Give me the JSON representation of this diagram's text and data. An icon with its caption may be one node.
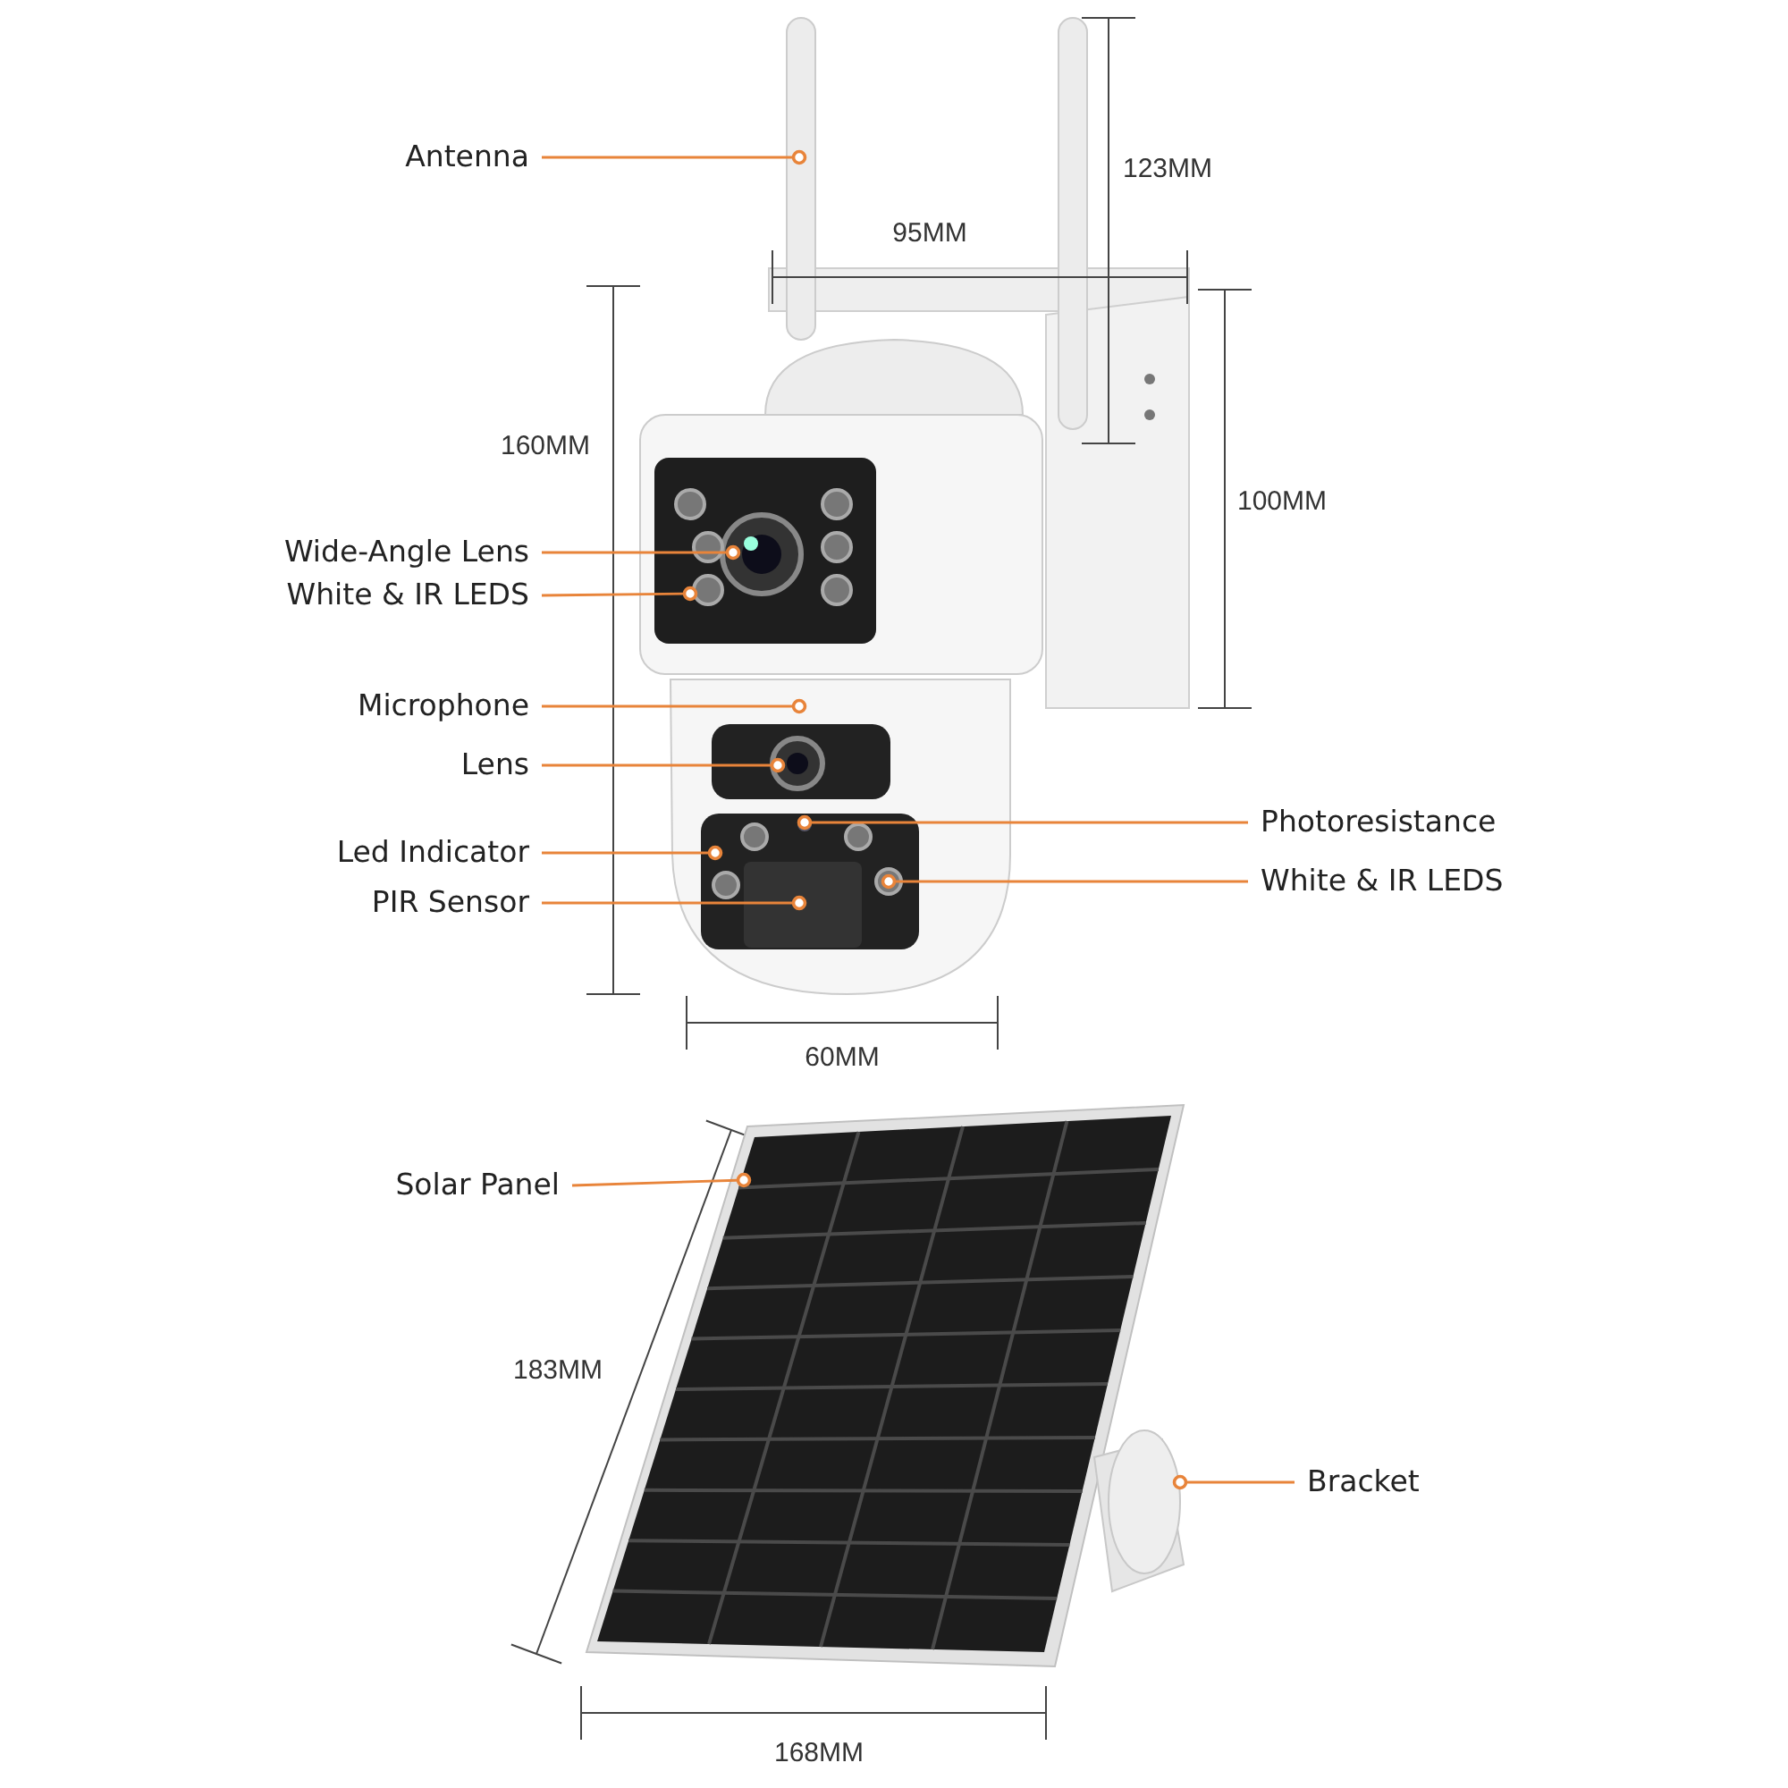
{
  "diagram": {
    "nodes": [
      {
        "text": [
          "Antenna"
        ]
      },
      {
        "text": [
          "Wide-Angle Lens"
        ]
      },
      {
        "text": [
          "White & IR LEDS"
        ]
      },
      {
        "text": [
          "Microphone"
        ]
      },
      {
        "text": [
          "Lens"
        ]
      },
      {
        "text": [
          "Led Indicator"
        ]
      },
      {
        "text": [
          "PIR Sensor"
        ]
      },
      {
        "text": [
          "Photoresistance"
        ]
      },
      {
        "text": [
          "White & IR LEDS"
        ]
      },
      {
        "text": [
          "Solar Panel"
        ]
      },
      {
        "text": [
          "Bracket"
        ]
      },
      {
        "text": [],
        "shape": "picture"
      },
      {
        "text": [],
        "shape": "picture"
      }
    ],
    "edges": [
      {
        "from": 0,
        "to": null,
        "arrow": "other"
      },
      {
        "from": 1,
        "to": null,
        "arrow": "other"
      },
      {
        "from": 2,
        "to": null,
        "arrow": "other"
      },
      {
        "from": 3,
        "to": null,
        "arrow": "other"
      },
      {
        "from": 4,
        "to": null,
        "arrow": "other"
      },
      {
        "from": 5,
        "to": null,
        "arrow": "other"
      },
      {
        "from": 6,
        "to": null,
        "arrow": "other"
      },
      {
        "from": 7,
        "to": null,
        "arrow": "other"
      },
      {
        "from": 8,
        "to": null,
        "arrow": "other"
      },
      {
        "from": 9,
        "to": 11,
        "arrow": "other"
      },
      {
        "from": 10,
        "to": 12,
        "arrow": "other"
      }
    ],
    "labels": [
      "123MM",
      "95MM",
      "160MM",
      "100MM",
      "60MM",
      "183MM",
      "168MM"
    ]
  }
}
